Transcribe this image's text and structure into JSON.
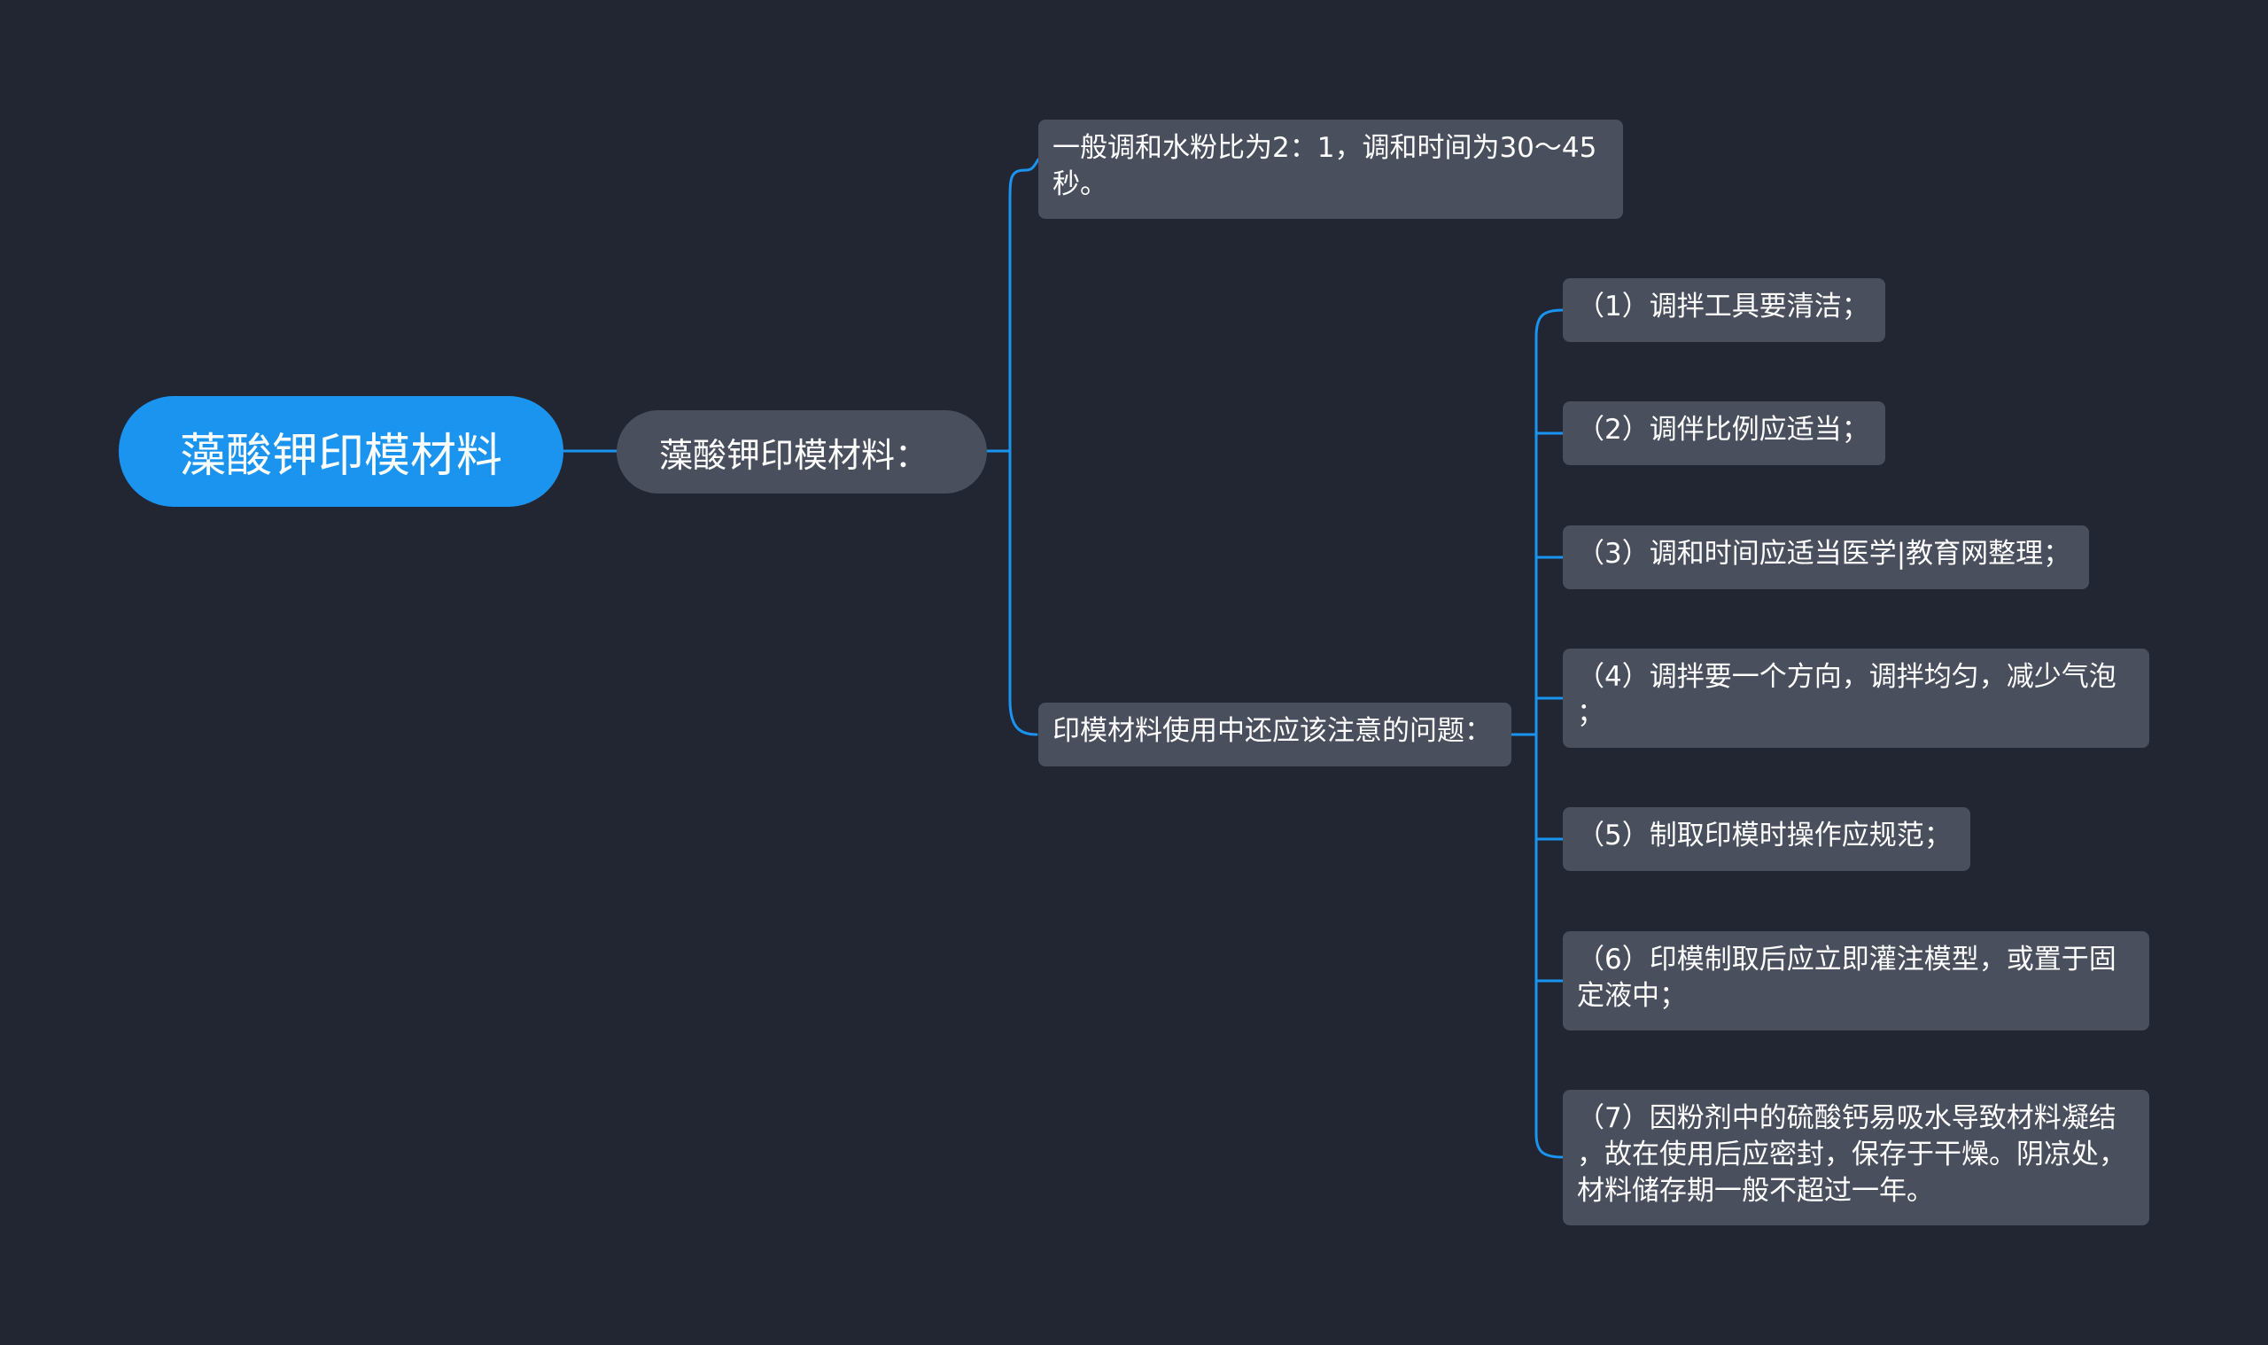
{
  "mindmap": {
    "root": {
      "label": "藻酸钾印模材料"
    },
    "level1": {
      "label": "藻酸钾印模材料："
    },
    "branch_ratio": {
      "label": "一般调和水粉比为2：1，调和时间为30～45\n秒。"
    },
    "branch_notes": {
      "label": "印模材料使用中还应该注意的问题：",
      "items": [
        {
          "label": "（1）调拌工具要清洁；"
        },
        {
          "label": "（2）调伴比例应适当；"
        },
        {
          "label": "（3）调和时间应适当医学|教育网整理；"
        },
        {
          "label": "（4）调拌要一个方向，调拌均匀，减少气泡\n；"
        },
        {
          "label": "（5）制取印模时操作应规范；"
        },
        {
          "label": "（6）印模制取后应立即灌注模型，或置于固\n定液中；"
        },
        {
          "label": "（7）因粉剂中的硫酸钙易吸水导致材料凝结\n，故在使用后应密封，保存于干燥。阴凉处，\n材料储存期一般不超过一年。"
        }
      ]
    }
  },
  "colors": {
    "background": "#222633",
    "root_fill": "#1b94f0",
    "node_fill": "#4a4f5e",
    "connector": "#1b94f0",
    "text": "#ffffff"
  }
}
